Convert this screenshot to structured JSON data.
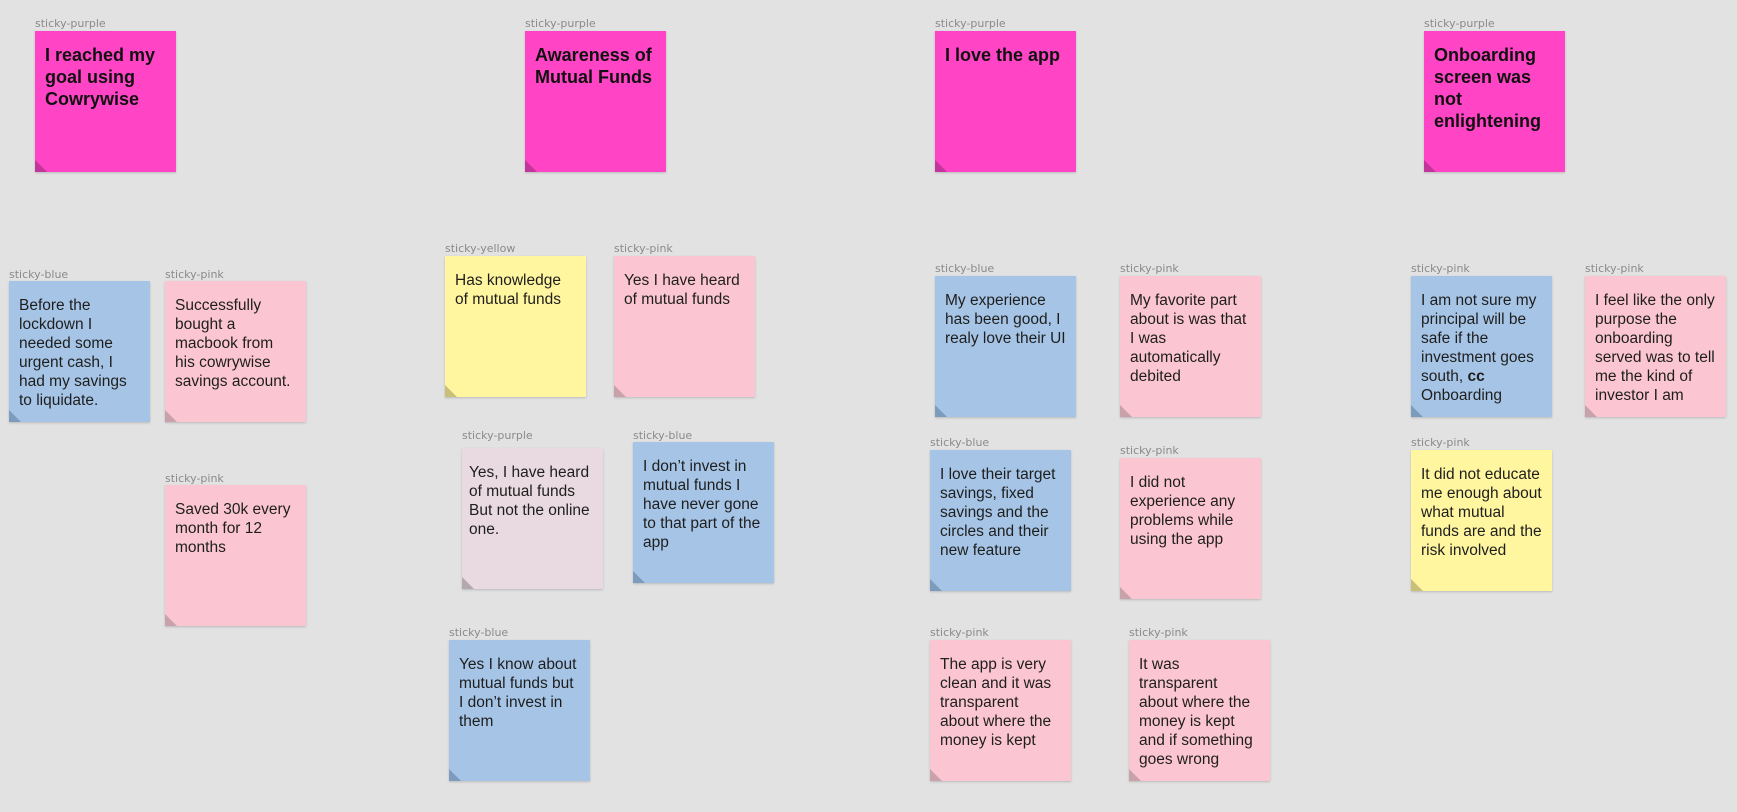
{
  "colors": {
    "purple": "#ff45c6",
    "blue": "#a6c5e6",
    "pink": "#fbc6d1",
    "yellow": "#fff69f",
    "lavender": "#e8dae0",
    "canvas": "#e2e2e2"
  },
  "stickies": [
    {
      "tag": "sticky-purple",
      "text": "I reached my goal using Cowrywise",
      "color": "purple",
      "header": true
    },
    {
      "tag": "sticky-purple",
      "text": "Awareness of Mutual Funds",
      "color": "purple",
      "header": true
    },
    {
      "tag": "sticky-purple",
      "text": "I love the app",
      "color": "purple",
      "header": true
    },
    {
      "tag": "sticky-purple",
      "text": "Onboarding screen was not enlightening",
      "color": "purple",
      "header": true
    },
    {
      "tag": "sticky-blue",
      "text": "Before the lockdown I needed some urgent cash, I had my savings to liquidate.",
      "color": "blue"
    },
    {
      "tag": "sticky-pink",
      "text": "Successfully bought a macbook from his cowrywise savings account.",
      "color": "pink"
    },
    {
      "tag": "sticky-pink",
      "text": "Saved 30k every month for 12 months",
      "color": "pink"
    },
    {
      "tag": "sticky-yellow",
      "text": "Has knowledge of mutual funds",
      "color": "yellow"
    },
    {
      "tag": "sticky-pink",
      "text": "Yes I have heard of mutual funds",
      "color": "pink"
    },
    {
      "tag": "sticky-purple",
      "text": "Yes, I have heard of mutual funds But not the online one.",
      "color": "lavender"
    },
    {
      "tag": "sticky-blue",
      "text": "I don’t invest in mutual funds I have never gone to that part of the app",
      "color": "blue"
    },
    {
      "tag": "sticky-blue",
      "text": "Yes I know about mutual funds but I don’t invest in them",
      "color": "blue"
    },
    {
      "tag": "sticky-blue",
      "text": "My experience has been good, I realy love their UI",
      "color": "blue"
    },
    {
      "tag": "sticky-pink",
      "text": "My favorite part about is was that I was automatically debited",
      "color": "pink"
    },
    {
      "tag": "sticky-blue",
      "text": "I love their target savings, fixed savings and the circles and their new feature",
      "color": "blue"
    },
    {
      "tag": "sticky-pink",
      "text": "I did not experience any problems while using the app",
      "color": "pink"
    },
    {
      "tag": "sticky-pink",
      "text": "The app is very clean and it was transparent about where the money is kept",
      "color": "pink"
    },
    {
      "tag": "sticky-pink",
      "text": " It was transparent about where the money is kept and if something goes wrong",
      "color": "pink"
    },
    {
      "tag": "sticky-pink",
      "text": "I am not sure my principal will be safe if the investment goes south, ",
      "bold_suffix": "cc",
      "suffix": " Onboarding",
      "color": "blue"
    },
    {
      "tag": "sticky-pink",
      "text": "I feel like the only purpose the onboarding served was to tell me the kind of investor I am",
      "color": "pink"
    },
    {
      "tag": "sticky-pink",
      "text": "It did not educate me enough about what mutual funds are and the risk involved",
      "color": "yellow"
    }
  ]
}
